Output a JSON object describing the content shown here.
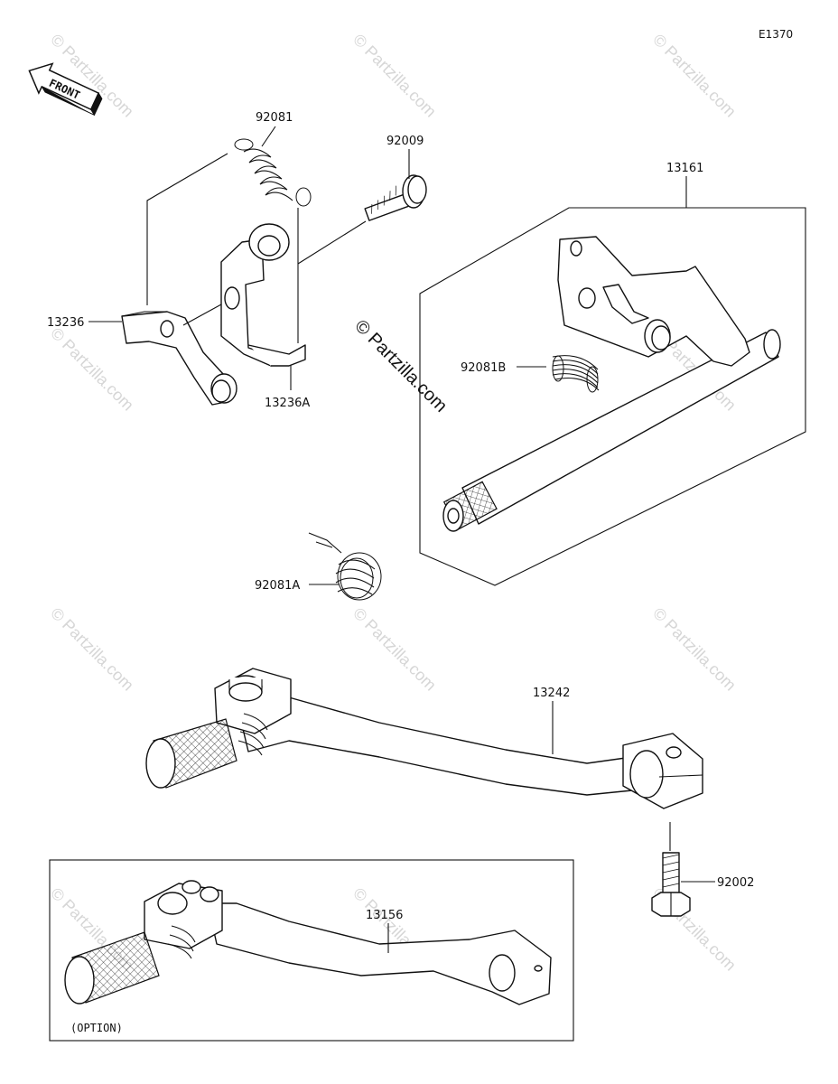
{
  "diagram_id": "E1370",
  "front_label": "FRONT",
  "option_label": "(OPTION)",
  "watermark": "© Partzilla.com",
  "parts": {
    "spring_top": "92081",
    "bolt_top": "92009",
    "shift_shaft": "13161",
    "lever_arm": "13236",
    "lever_arm_a": "13236A",
    "spring_b": "92081B",
    "spring_a": "92081A",
    "pedal": "13242",
    "bolt_pedal": "92002",
    "pedal_option": "13156"
  },
  "icons": {
    "front": "front-arrow-icon"
  }
}
